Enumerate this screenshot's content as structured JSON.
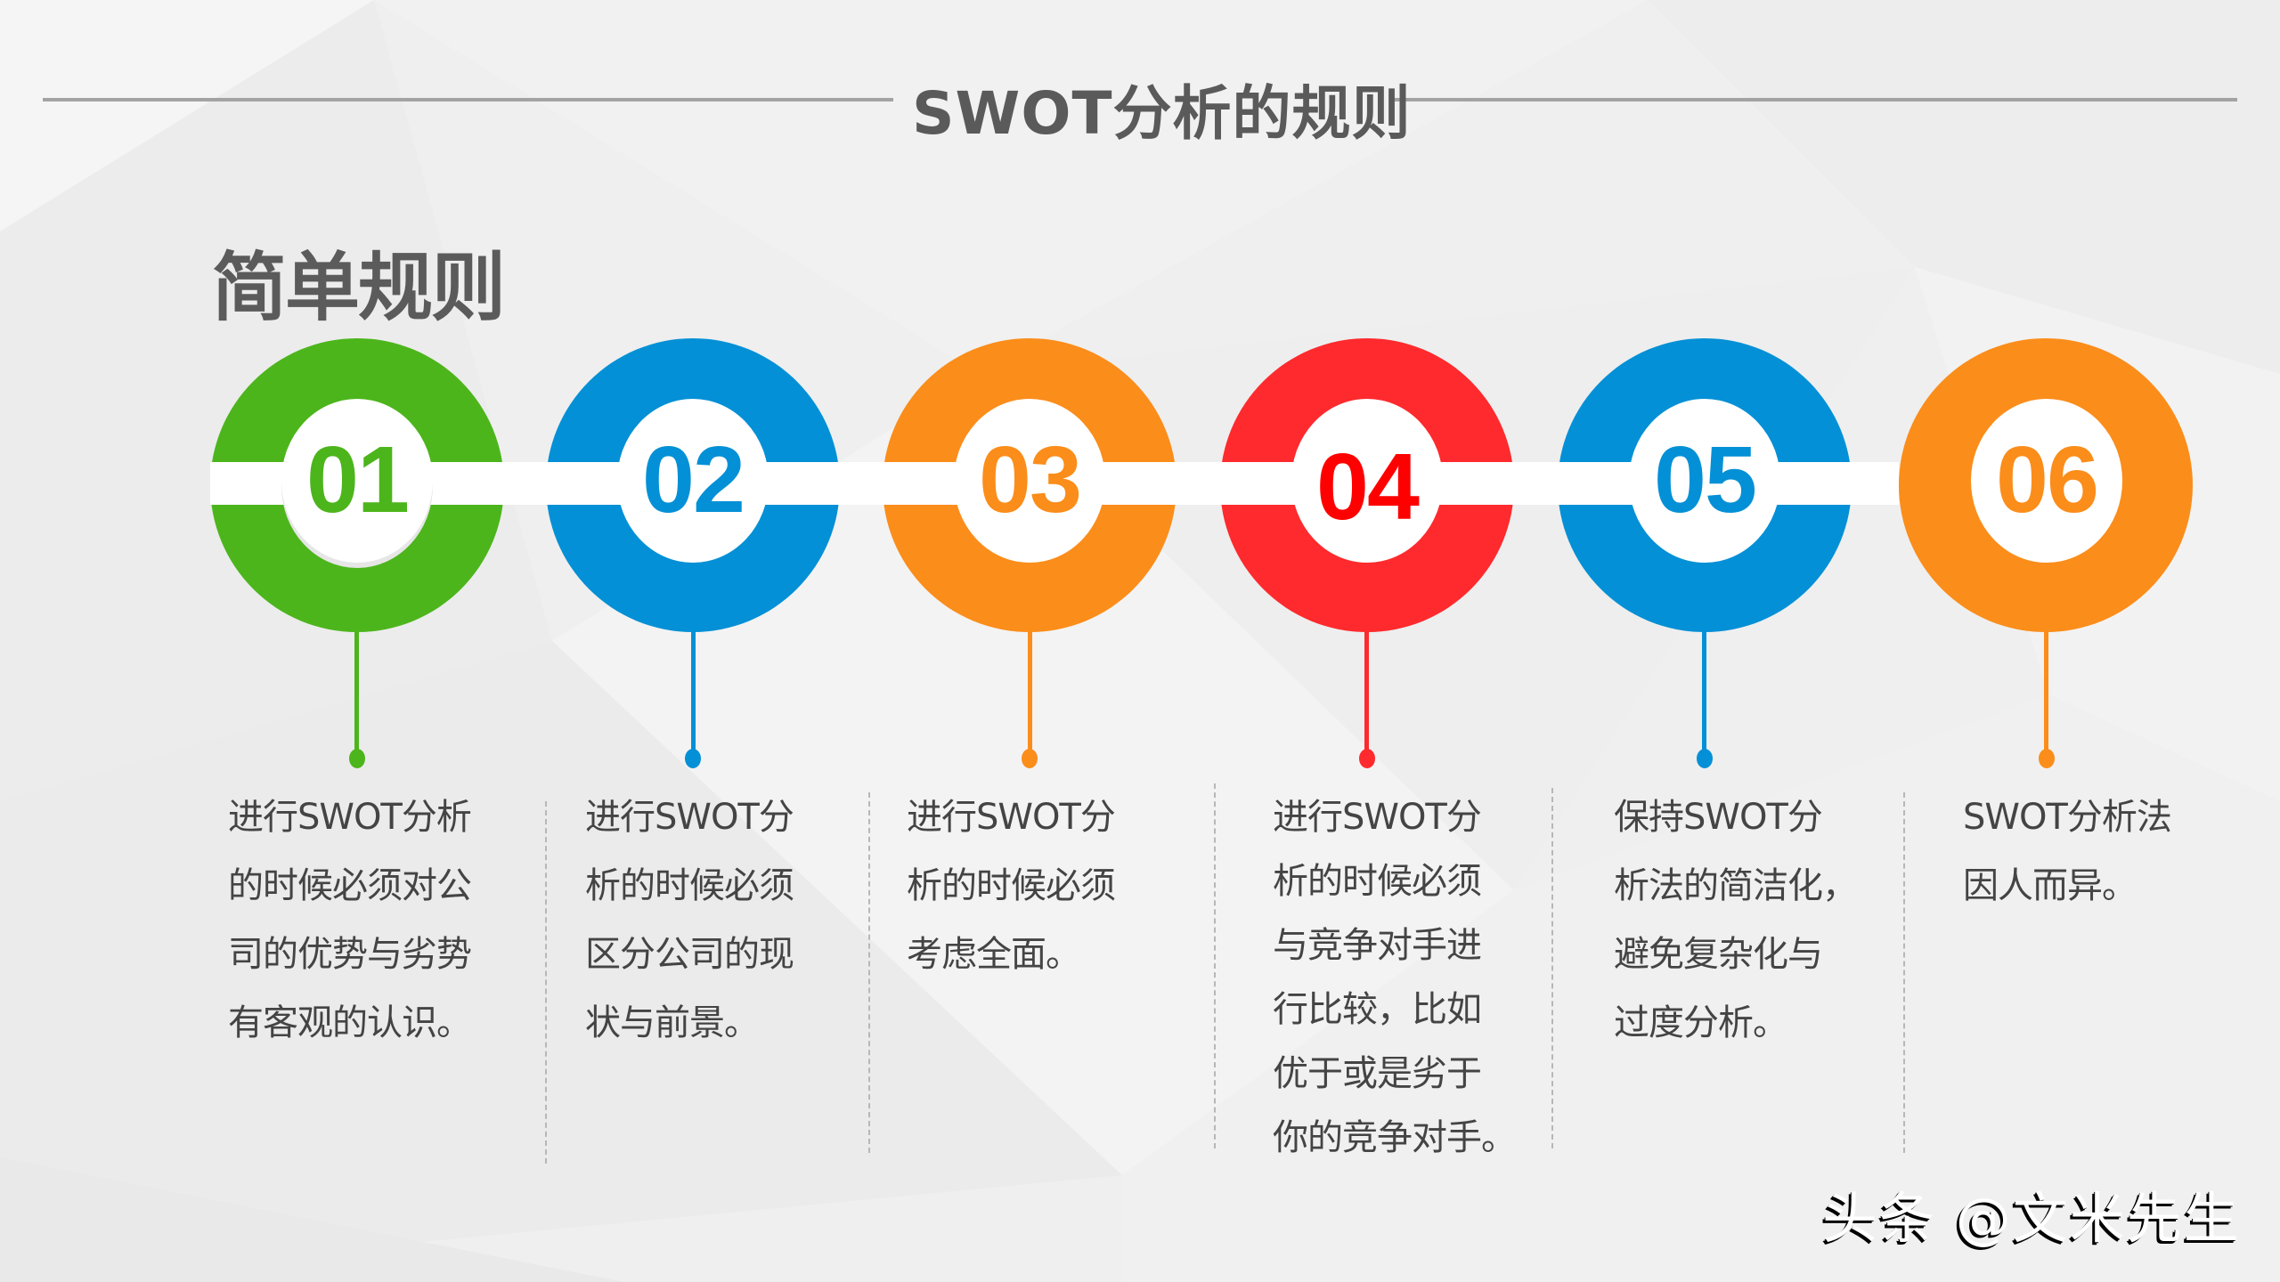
{
  "slide": {
    "title": "SWOT分析的规则",
    "section_heading": "简单规则",
    "watermark": "头条 @文米先生"
  },
  "colors": {
    "background": "#efefef",
    "rule": "#a3a3a3",
    "title_text": "#5a5a5a",
    "body_text": "#444444",
    "green": "#4cb51b",
    "blue": "#0490d6",
    "orange": "#fb8d1a",
    "red": "#fe2a2d",
    "red_number": "#ff0000"
  },
  "steps": [
    {
      "number": "01",
      "color": "#4cb51b",
      "number_color": "#4cb51b",
      "lines": [
        "进行SWOT分析",
        "的时候必须对公",
        "司的优势与劣势",
        "有客观的认识。"
      ]
    },
    {
      "number": "02",
      "color": "#0490d6",
      "number_color": "#0490d6",
      "lines": [
        "进行SWOT分",
        "析的时候必须",
        "区分公司的现",
        "状与前景。"
      ]
    },
    {
      "number": "03",
      "color": "#fb8d1a",
      "number_color": "#fb8d1a",
      "lines": [
        "进行SWOT分",
        "析的时候必须",
        "考虑全面。"
      ]
    },
    {
      "number": "04",
      "color": "#fe2a2d",
      "number_color": "#ff0000",
      "lines": [
        "进行SWOT分",
        "析的时候必须",
        "与竞争对手进",
        "行比较，比如",
        "优于或是劣于",
        "你的竞争对手。"
      ]
    },
    {
      "number": "05",
      "color": "#0490d6",
      "number_color": "#0490d6",
      "lines": [
        "保持SWOT分",
        "析法的简洁化，",
        "避免复杂化与",
        "过度分析。"
      ]
    },
    {
      "number": "06",
      "color": "#fb8d1a",
      "number_color": "#fb8d1a",
      "lines": [
        "SWOT分析法",
        "因人而异。"
      ]
    }
  ]
}
